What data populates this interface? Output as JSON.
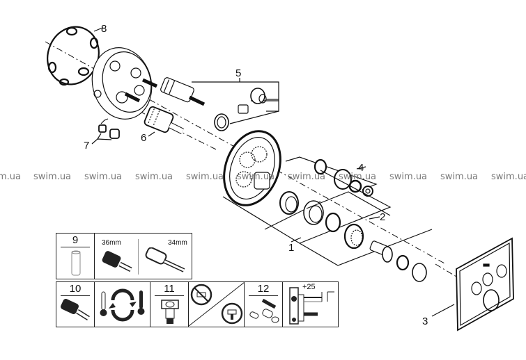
{
  "diagram": {
    "callouts": [
      "1",
      "2",
      "3",
      "4",
      "5",
      "6",
      "7",
      "8"
    ],
    "watermark": "swim.ua",
    "watermark_partial": "m.ua"
  },
  "legend": {
    "row1": {
      "part_number": "9",
      "cartridge_a_size": "36mm",
      "cartridge_b_size": "34mm"
    },
    "row2": {
      "part_10": "10",
      "part_11": "11",
      "part_12": "12",
      "extension": "+25"
    }
  },
  "colors": {
    "line": "#111111",
    "watermark": "#7a7a7a"
  }
}
